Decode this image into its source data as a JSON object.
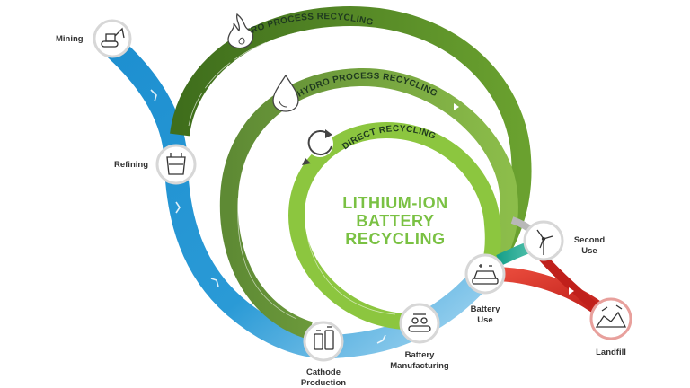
{
  "title": {
    "line1": "LITHIUM-ION",
    "line2": "BATTERY",
    "line3": "RECYCLING"
  },
  "recycling_paths": [
    {
      "label": "PYRO PROCESS RECYCLING",
      "icon": "flame-icon",
      "color": "#5b8a2c"
    },
    {
      "label": "HYDRO PROCESS RECYCLING",
      "icon": "droplet-icon",
      "color": "#7fa34a"
    },
    {
      "label": "DIRECT RECYCLING",
      "icon": "cycle-arrow-icon",
      "color": "#8cc63f"
    }
  ],
  "stages": {
    "mining": {
      "label": "Mining",
      "icon": "excavator-icon"
    },
    "refining": {
      "label": "Refining",
      "icon": "refinery-icon"
    },
    "cathode": {
      "line1": "Cathode",
      "line2": "Production",
      "icon": "cathode-icon"
    },
    "manufacturing": {
      "line1": "Battery",
      "line2": "Manufacturing",
      "icon": "conveyor-icon"
    },
    "battery_use": {
      "line1": "Battery",
      "line2": "Use",
      "icon": "car-icon"
    },
    "second_use": {
      "line1": "Second",
      "line2": "Use",
      "icon": "wind-turbine-icon"
    },
    "landfill": {
      "label": "Landfill",
      "icon": "landfill-icon"
    }
  },
  "colors": {
    "supply_chain": "#1d8fd0",
    "supply_chain_light": "#9fd0ef",
    "pyro": "#4e7d24",
    "hydro": "#75a044",
    "direct": "#8cc63f",
    "second_use": "#1fa98f",
    "landfill": "#d9302b",
    "title": "#7ac143"
  }
}
